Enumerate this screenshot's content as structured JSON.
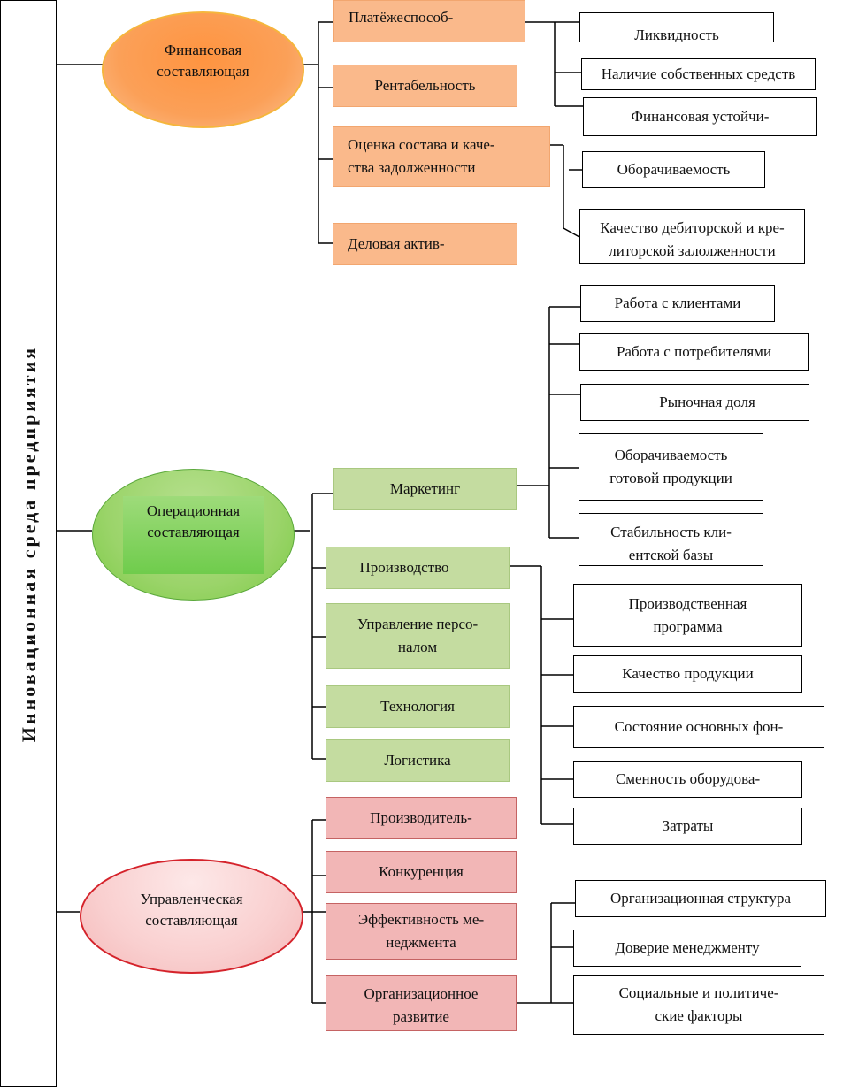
{
  "title": "Инновационная среда предприятия",
  "colors": {
    "financial": "#fab98b",
    "operational": "#c4dca0",
    "managerial": "#f2b6b6",
    "line": "#000000"
  },
  "financial": {
    "label": "Финансовая составляющая",
    "label_lines": [
      "Финансовая",
      "составляющая"
    ],
    "items": [
      {
        "label": "Платёжеспособ-"
      },
      {
        "label": "Рентабельность"
      },
      {
        "label": "Оценка состава и каче-ства задолженности",
        "lines": [
          "Оценка состава и каче-",
          "ства задолженности"
        ]
      },
      {
        "label": "Деловая актив-"
      }
    ],
    "indicators": [
      {
        "label": "Ликвидность"
      },
      {
        "label": "Наличие собственных средств"
      },
      {
        "label": "Финансовая устойчи-"
      },
      {
        "label": "Оборачиваемость"
      },
      {
        "label": "Качество дебиторской и кре-литорской залолженности",
        "lines": [
          "Качество дебиторской и кре-",
          "литорской залолженности"
        ]
      }
    ]
  },
  "operational": {
    "label": "Операционная составляющая",
    "label_lines": [
      "Операционная",
      "составляющая"
    ],
    "items": [
      {
        "label": "Маркетинг"
      },
      {
        "label": "Производство"
      },
      {
        "label": "Управление персо-налом",
        "lines": [
          "Управление персо-",
          "налом"
        ]
      },
      {
        "label": "Технология"
      },
      {
        "label": "Логистика"
      }
    ],
    "marketing_indicators": [
      {
        "label": "Работа с клиентами"
      },
      {
        "label": "Работа с потребителями"
      },
      {
        "label": "Рыночная доля"
      },
      {
        "label": "Оборачиваемость готовой продукции",
        "lines": [
          "Оборачиваемость",
          "готовой продукции"
        ]
      },
      {
        "label": "Стабильность кли-ентской базы",
        "lines": [
          "Стабильность кли-",
          "ентской базы"
        ]
      }
    ],
    "production_indicators": [
      {
        "label": "Производственная программа",
        "lines": [
          "Производственная",
          "программа"
        ]
      },
      {
        "label": "Качество продукции"
      },
      {
        "label": "Состояние основных фон-"
      },
      {
        "label": "Сменность оборудова-"
      },
      {
        "label": "Затраты"
      }
    ]
  },
  "managerial": {
    "label": "Управленческая составляющая",
    "label_lines": [
      "Управленческая",
      "составляющая"
    ],
    "items": [
      {
        "label": "Производитель-"
      },
      {
        "label": "Конкуренция"
      },
      {
        "label": "Эффективность ме-неджмента",
        "lines": [
          "Эффективность ме-",
          "неджмента"
        ]
      },
      {
        "label": "Организационное развитие",
        "lines": [
          "Организационное",
          "развитие"
        ]
      }
    ],
    "indicators": [
      {
        "label": "Организационная структура"
      },
      {
        "label": "Доверие менеджменту"
      },
      {
        "label": "Социальные и политиче-ские факторы",
        "lines": [
          "Социальные и политиче-",
          "ские факторы"
        ]
      }
    ]
  }
}
